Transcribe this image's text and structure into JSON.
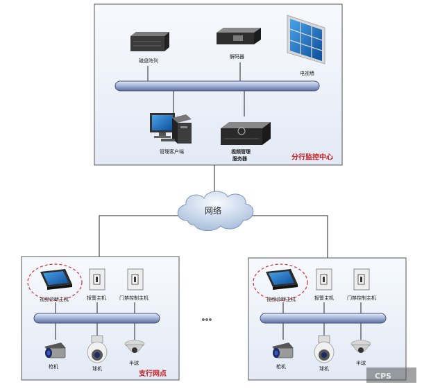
{
  "center": {
    "title": "分行监控中心",
    "disk_array": "磁盘阵列",
    "decoder": "解码器",
    "video_wall": "电视墙",
    "client": "管理客户端",
    "server_line1": "视频管理",
    "server_line2": "服务器"
  },
  "network": {
    "label": "网络"
  },
  "ellipsis": "。。。",
  "branch_left": {
    "title": "支行网点",
    "diagnosis": "视频诊断主机",
    "alarm": "报警主机",
    "access": "门禁控制主机",
    "gun_cam": "枪机",
    "dome_cam": "球机",
    "half_dome": "半球"
  },
  "branch_right": {
    "diagnosis": "视频诊断主机",
    "alarm": "报警主机",
    "access": "门禁控制主机",
    "gun_cam": "枪机",
    "dome_cam": "球机",
    "half_dome": "半球"
  },
  "watermark": "CPS"
}
